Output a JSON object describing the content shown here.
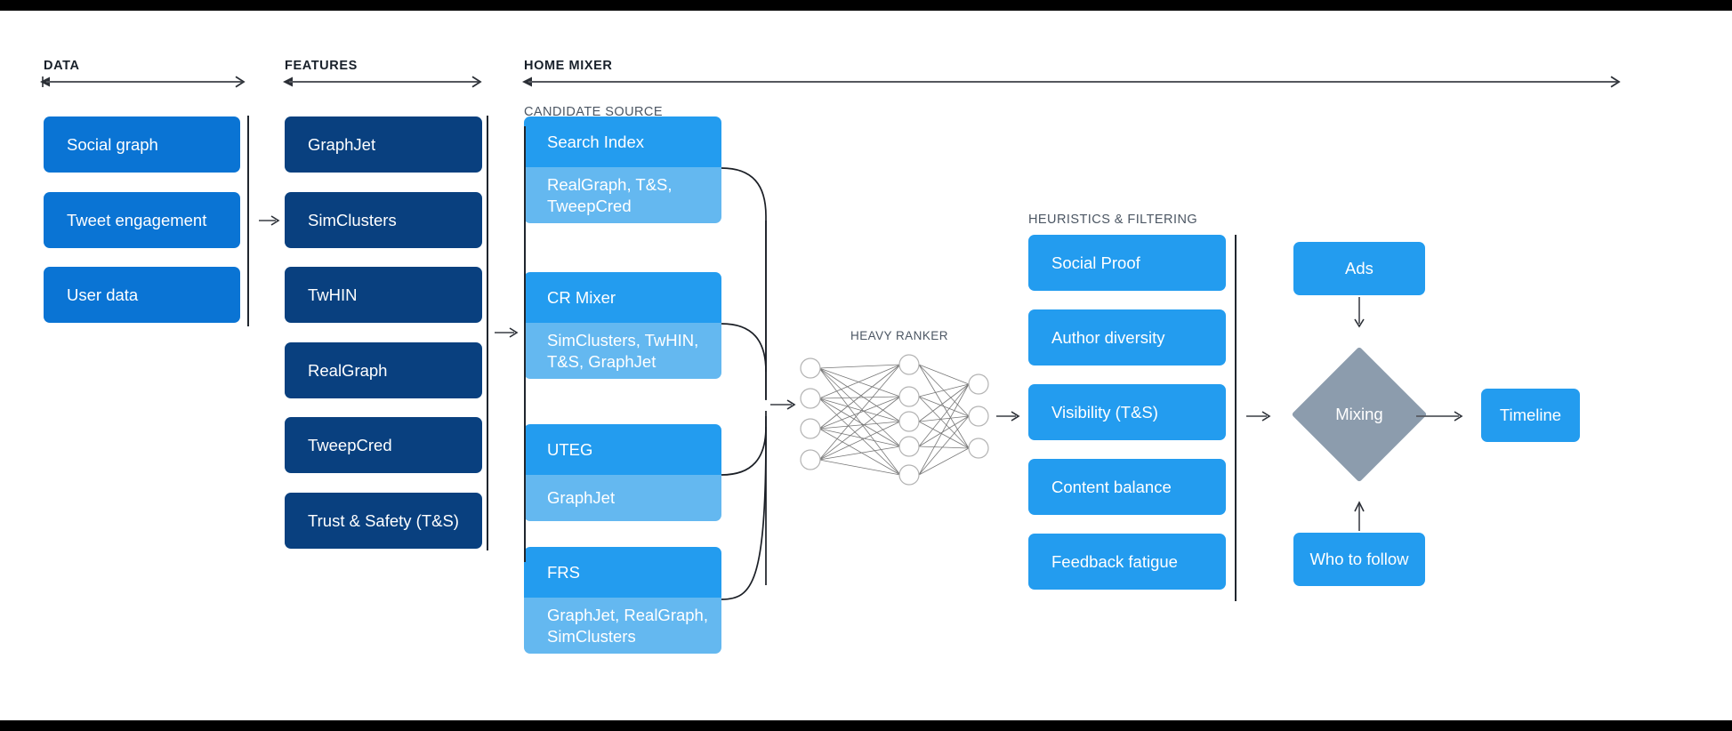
{
  "sections": {
    "data": {
      "label": "DATA"
    },
    "features": {
      "label": "FEATURES"
    },
    "home_mixer": {
      "label": "HOME MIXER"
    },
    "candidate_source": {
      "label": "CANDIDATE SOURCE"
    },
    "heavy_ranker": {
      "label": "HEAVY RANKER"
    },
    "heuristics": {
      "label": "HEURISTICS & FILTERING"
    }
  },
  "data_boxes": [
    {
      "label": "Social graph"
    },
    {
      "label": "Tweet engagement"
    },
    {
      "label": "User data"
    }
  ],
  "feature_boxes": [
    {
      "label": "GraphJet"
    },
    {
      "label": "SimClusters"
    },
    {
      "label": "TwHIN"
    },
    {
      "label": "RealGraph"
    },
    {
      "label": "TweepCred"
    },
    {
      "label": "Trust & Safety (T&S)"
    }
  ],
  "candidate_sources": [
    {
      "title": "Search Index",
      "features": "RealGraph, T&S,\nTweepCred"
    },
    {
      "title": "CR Mixer",
      "features": "SimClusters, TwHIN,\nT&S, GraphJet"
    },
    {
      "title": "UTEG",
      "features": "GraphJet"
    },
    {
      "title": "FRS",
      "features": "GraphJet, RealGraph,\nSimClusters"
    }
  ],
  "heuristics_boxes": [
    {
      "label": "Social Proof"
    },
    {
      "label": "Author diversity"
    },
    {
      "label": "Visibility (T&S)"
    },
    {
      "label": "Content balance"
    },
    {
      "label": "Feedback fatigue"
    }
  ],
  "output_stage": {
    "ads": "Ads",
    "mixing": "Mixing",
    "who_to_follow": "Who to follow",
    "timeline": "Timeline"
  },
  "neural_net": {
    "input_nodes": 4,
    "hidden_nodes": 5,
    "output_nodes": 3
  },
  "colors": {
    "bright_blue": "#0a74d4",
    "navy": "#09407f",
    "sky_blue": "#239cef",
    "light_blue": "#64b8f0",
    "slate": "#8c9cad",
    "rule": "#20262e",
    "arrow": "#55585e",
    "heading": "#18202a",
    "subheading": "#4b5663",
    "background": "#ffffff",
    "letterbox": "#000000"
  }
}
